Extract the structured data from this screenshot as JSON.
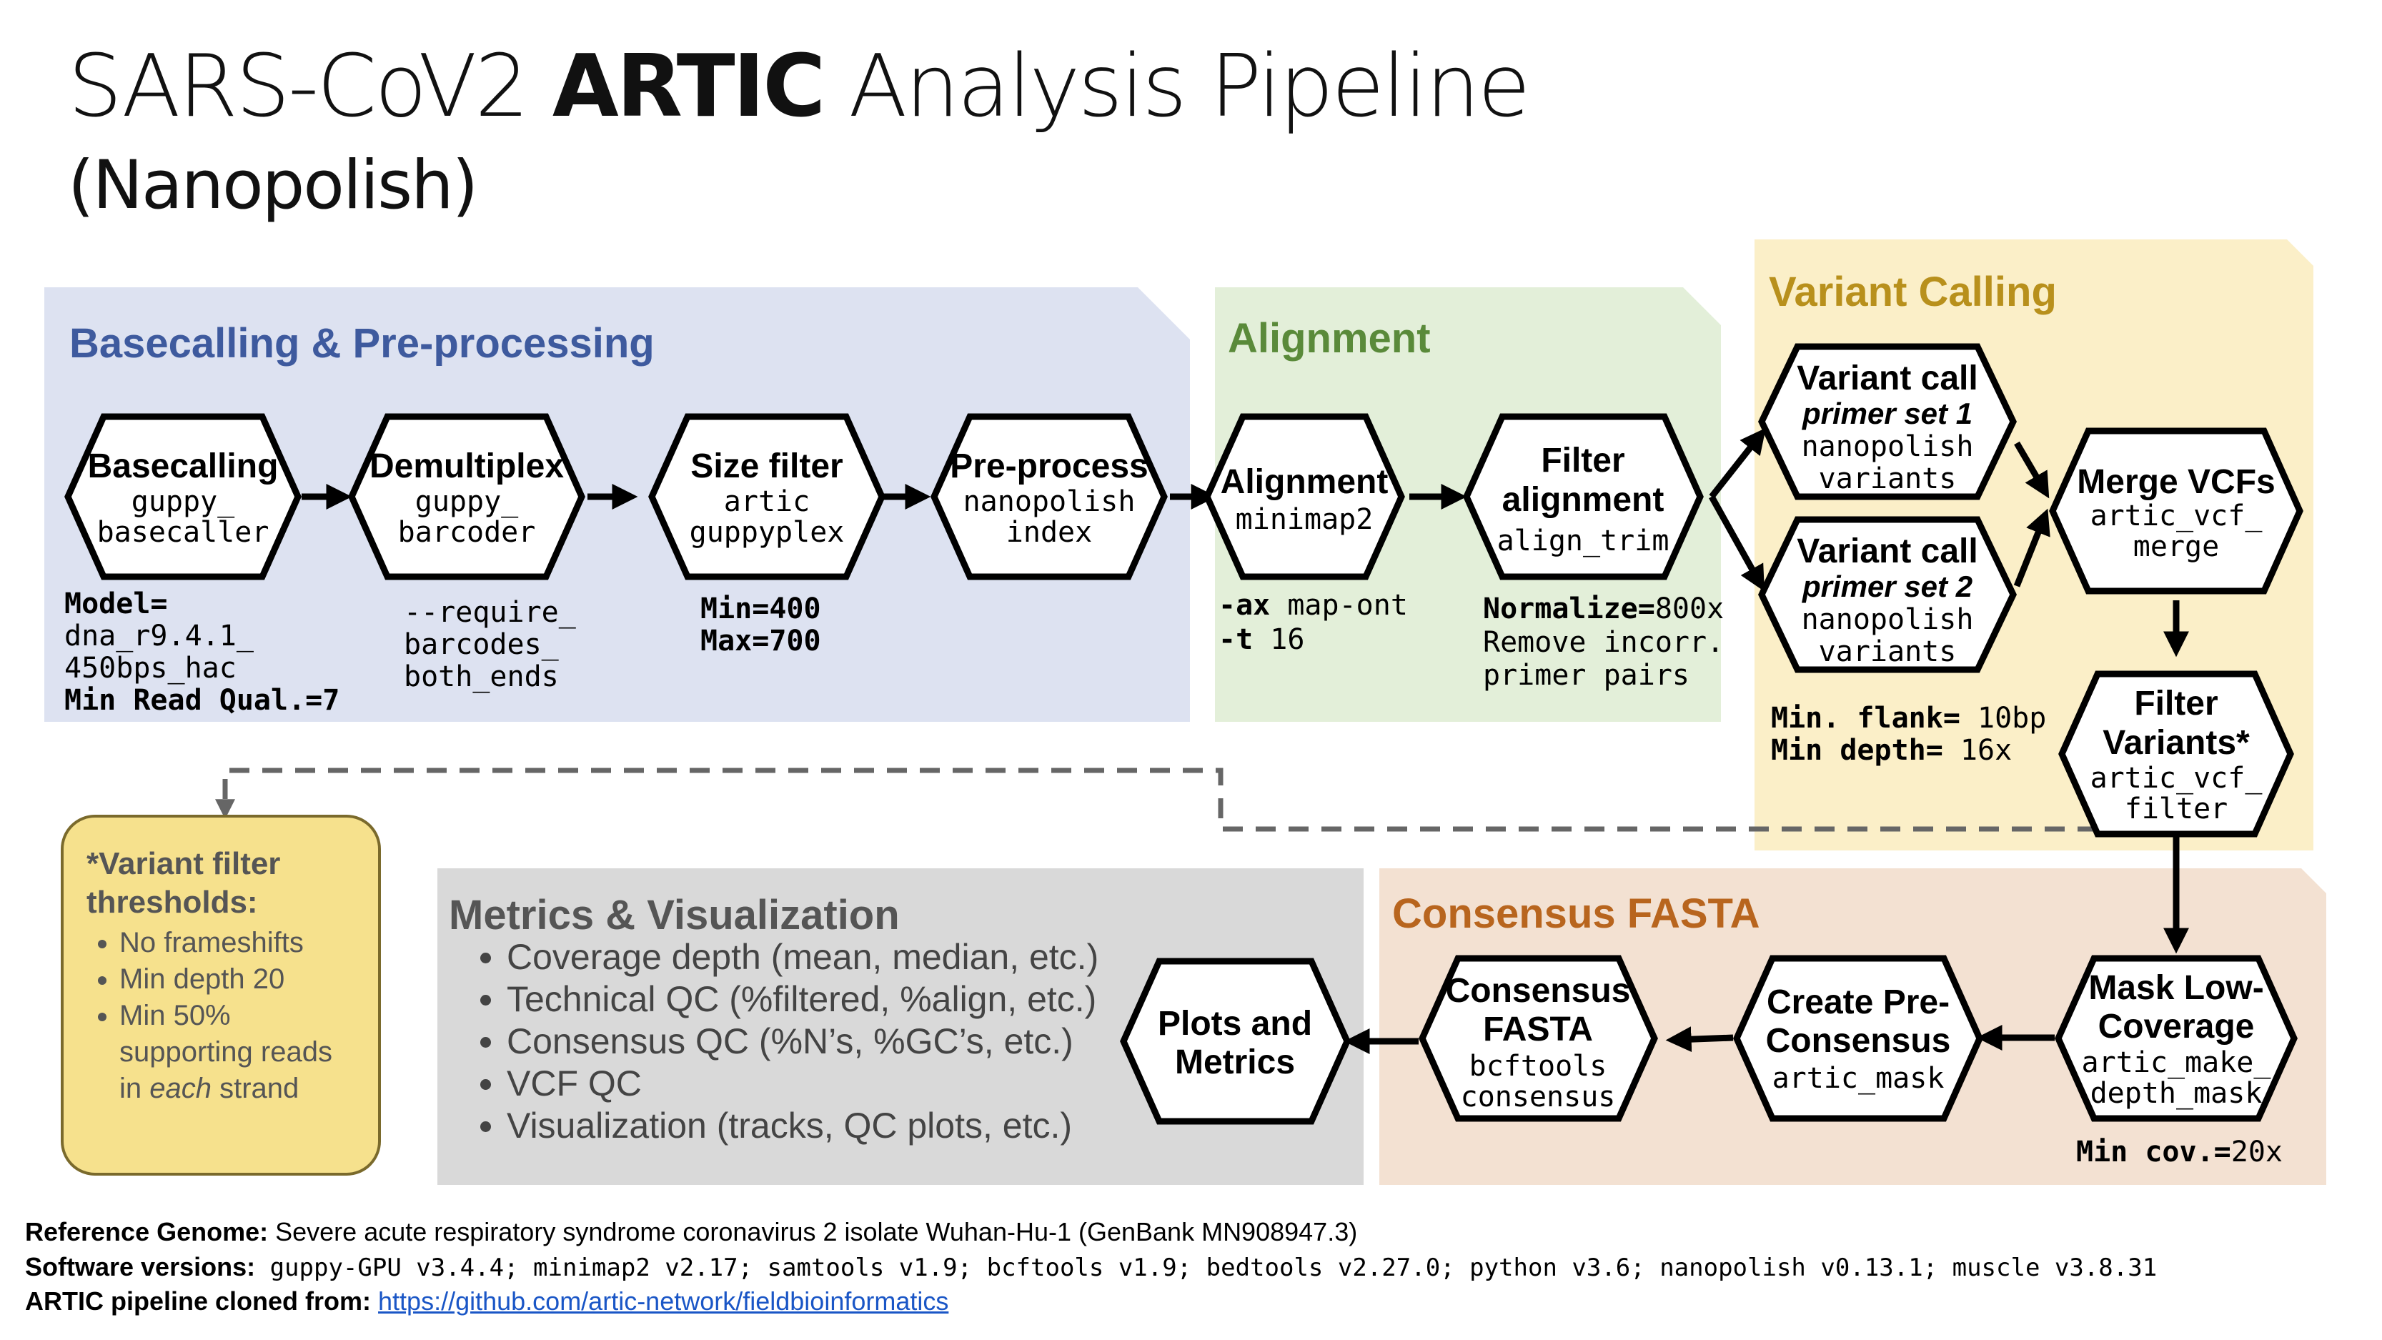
{
  "title": {
    "pre": "SARS-CoV2 ",
    "bold": "ARTIC",
    "post": " Analysis Pipeline"
  },
  "subtitle": "(Nanopolish)",
  "sections": {
    "basecalling": "Basecalling & Pre-processing",
    "alignment": "Alignment",
    "variant_calling": "Variant Calling",
    "metrics": "Metrics & Visualization",
    "consensus": "Consensus FASTA"
  },
  "nodes": {
    "basecalling": {
      "title": "Basecalling",
      "tool1": "guppy_",
      "tool2": "basecaller"
    },
    "demultiplex": {
      "title": "Demultiplex",
      "tool1": "guppy_",
      "tool2": "barcoder"
    },
    "size_filter": {
      "title": "Size filter",
      "tool1": "artic",
      "tool2": "guppyplex"
    },
    "preprocess": {
      "title": "Pre-process",
      "tool1": "nanopolish",
      "tool2": "index"
    },
    "alignment": {
      "title": "Alignment",
      "tool1": "minimap2"
    },
    "filter_alignment": {
      "title1": "Filter",
      "title2": "alignment",
      "tool1": "align_trim"
    },
    "variant_call_1": {
      "title": "Variant call",
      "sub": "primer set 1",
      "tool1": "nanopolish",
      "tool2": "variants"
    },
    "variant_call_2": {
      "title": "Variant call",
      "sub": "primer set 2",
      "tool1": "nanopolish",
      "tool2": "variants"
    },
    "merge_vcfs": {
      "title": "Merge VCFs",
      "tool1": "artic_vcf_",
      "tool2": "merge"
    },
    "filter_variants": {
      "title1": "Filter",
      "title2": "Variants*",
      "tool1": "artic_vcf_",
      "tool2": "filter"
    },
    "mask_low_coverage": {
      "title1": "Mask Low-",
      "title2": "Coverage",
      "tool1": "artic_make_",
      "tool2": "depth_mask"
    },
    "create_pre_consensus": {
      "title1": "Create Pre-",
      "title2": "Consensus",
      "tool1": "artic_mask"
    },
    "consensus_fasta": {
      "title1": "Consensus",
      "title2": "FASTA",
      "tool1": "bcftools",
      "tool2": "consensus"
    },
    "plots_metrics": {
      "title1": "Plots and",
      "title2": "Metrics"
    }
  },
  "params": {
    "basecalling": {
      "l1b": "Model=",
      "l2": "dna_r9.4.1_",
      "l3": "450bps_hac",
      "l4b": "Min Read Qual.=7"
    },
    "demultiplex": {
      "l1": "--require_",
      "l2": "barcodes_",
      "l3": "both_ends"
    },
    "size_filter": {
      "l1": "Min=400",
      "l2": "Max=700"
    },
    "alignment": {
      "l1a": "-ax",
      "l1b": " map-ont",
      "l2a": "-t",
      "l2b": " 16"
    },
    "filter_alignment": {
      "l1a": "Normalize=",
      "l1b": "800x",
      "l2": "Remove incorr.",
      "l3": "primer pairs"
    },
    "variant_calling": {
      "l1a": "Min. flank=",
      "l1b": " 10bp",
      "l2a": "Min depth=",
      "l2b": " 16x"
    },
    "mask": {
      "l1a": "Min cov.=",
      "l1b": "20x"
    }
  },
  "footnote": {
    "heading1": "*Variant filter",
    "heading2": "thresholds:",
    "items": [
      "No frameshifts",
      "Min depth 20",
      "Min 50%",
      "supporting reads",
      "in ",
      "each",
      " strand"
    ]
  },
  "metrics_items": [
    "Coverage depth (mean, median, etc.)",
    "Technical QC (%filtered, %align, etc.)",
    "Consensus QC (%N’s, %GC’s, etc.)",
    "VCF QC",
    "Visualization (tracks, QC plots, etc.)"
  ],
  "footer": {
    "ref_label": "Reference Genome:",
    "ref_text": " Severe acute respiratory syndrome coronavirus 2 isolate Wuhan-Hu-1 (GenBank MN908947.3)",
    "sw_label": "Software versions:",
    "sw_text": " guppy-GPU v3.4.4; minimap2 v2.17; samtools v1.9; bcftools v1.9; bedtools v2.27.0; python v3.6; nanopolish v0.13.1; muscle v3.8.31",
    "clone_label": "ARTIC pipeline cloned from:",
    "clone_link": "https://github.com/artic-network/fieldbioinformatics"
  },
  "colors": {
    "basecalling_bg": "#dde2f1",
    "basecalling_title": "#3e5a9e",
    "alignment_bg": "#e3efd9",
    "alignment_title": "#5a8a3a",
    "variant_bg": "#fbefc8",
    "variant_title": "#b8901c",
    "metrics_bg": "#d9d9d9",
    "metrics_title": "#555555",
    "consensus_bg": "#f3e1d2",
    "consensus_title": "#b8651e",
    "footnote_bg": "#f6e18d"
  }
}
